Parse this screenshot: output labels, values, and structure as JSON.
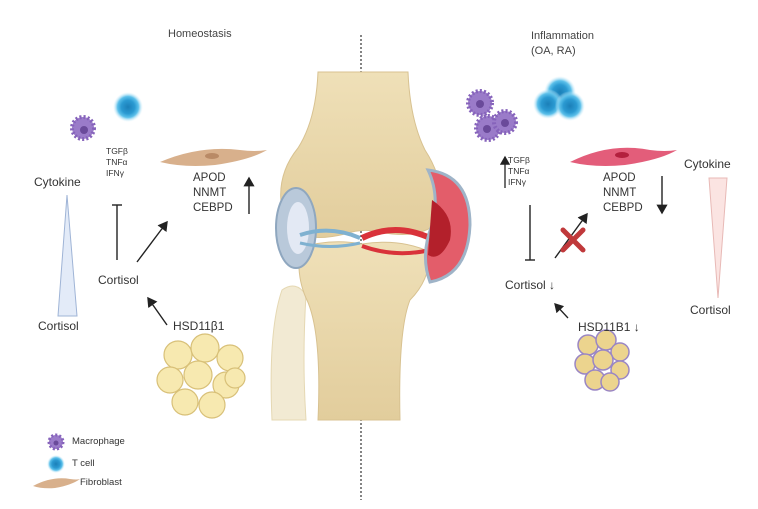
{
  "left_panel": {
    "title": "Homeostasis",
    "cytokines": [
      "TGFβ",
      "TNFα",
      "IFNγ"
    ],
    "genes": [
      "APOD",
      "NNMT",
      "CEBPD"
    ],
    "gradient_top_label": "Cytokine",
    "gradient_bottom_label": "Cortisol",
    "cortisol_label": "Cortisol",
    "enzyme_label": "HSD11β1"
  },
  "right_panel": {
    "title_line1": "Inflammation",
    "title_line2": "(OA, RA)",
    "cytokines": [
      "TGFβ",
      "TNFα",
      "IFNγ"
    ],
    "genes": [
      "APOD",
      "NNMT",
      "CEBPD"
    ],
    "gradient_top_label": "Cytokine",
    "gradient_bottom_label": "Cortisol",
    "cortisol_label": "Cortisol ↓",
    "enzyme_label": "HSD11B1 ↓"
  },
  "legend": {
    "items": [
      {
        "label": "Macrophage",
        "icon": "macrophage-icon"
      },
      {
        "label": "T cell",
        "icon": "t-cell-icon"
      },
      {
        "label": "Fibroblast",
        "icon": "fibroblast-icon"
      }
    ]
  },
  "colors": {
    "macrophage": "#8e6bbf",
    "t_cell": "#3ba6d6",
    "fibroblast_normal": "#d8b08c",
    "fibroblast_inflamed": "#e35d7a",
    "bone": "#ead9b0",
    "inflammation_red": "#d9323a",
    "block_x": "#c0393b"
  }
}
